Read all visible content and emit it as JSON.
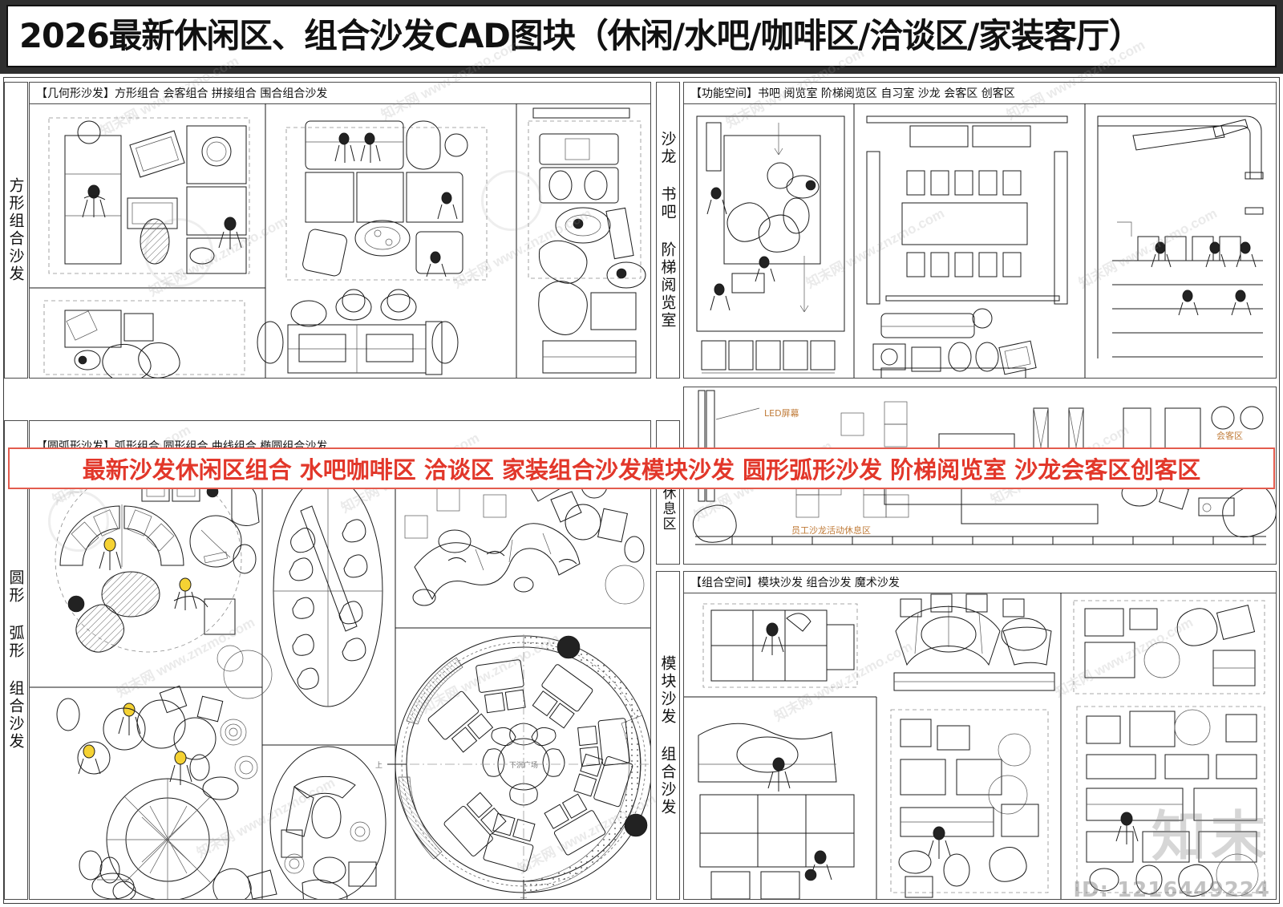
{
  "title": "2026最新休闲区、组合沙发CAD图块（休闲/水吧/咖啡区/洽谈区/家装客厅）",
  "banner": "最新沙发休闲区组合 水吧咖啡区 洽谈区 家装组合沙发模块沙发 圆形弧形沙发 阶梯阅览室 沙龙会客区创客区",
  "panels": [
    {
      "id": "geometric-sofa",
      "header": "【几何形沙发】方形组合  会客组合  拼接组合  围合组合沙发",
      "side_label": "方形组合沙发"
    },
    {
      "id": "functional-space",
      "header": "【功能空间】书吧  阅览室  阶梯阅览区  自习室  沙龙  会客区  创客区",
      "side_label": "沙龙 书吧 阶梯阅览室"
    },
    {
      "id": "arc-sofa",
      "header": "【圆弧形沙发】弧形组合  圆形组合  曲线组合  椭圆组合沙发",
      "side_label": "圆形 弧形 组合沙发"
    },
    {
      "id": "lounge-space",
      "header": "",
      "side_label": "区 休息区"
    },
    {
      "id": "modular-space",
      "header": "【组合空间】模块沙发  组合沙发  魔术沙发",
      "side_label": "模块沙发 组合沙发"
    }
  ],
  "annotations": {
    "led_screen": "LED屏幕",
    "staff_lounge": "员工沙龙活动休息区",
    "reception_area": "会客区",
    "sunken_plaza": "下沉广场",
    "up_marker_left": "上",
    "up_marker_bottom": "上"
  },
  "watermarks": {
    "site": "知末网 www.znzmo.com",
    "logo": "知末",
    "id": "ID: 1216449224"
  },
  "colors": {
    "banner_text": "#e2372a",
    "banner_border": "#e35c4e",
    "title_bar": "#2f2f2f",
    "annotation": "#c07b38",
    "line": "#1b1b1b"
  }
}
